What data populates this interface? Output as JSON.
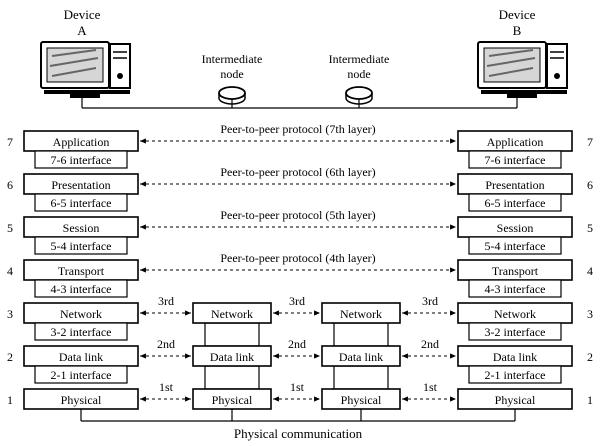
{
  "devices": [
    {
      "line1": "Device",
      "line2": "A"
    },
    {
      "line1": "Device",
      "line2": "B"
    }
  ],
  "intermediate_nodes": [
    {
      "line1": "Intermediate",
      "line2": "node"
    },
    {
      "line1": "Intermediate",
      "line2": "node"
    }
  ],
  "layers": [
    {
      "number": "7",
      "name": "Application",
      "interface": "7-6 interface",
      "protocol": "Peer-to-peer protocol (7th layer)"
    },
    {
      "number": "6",
      "name": "Presentation",
      "interface": "6-5 interface",
      "protocol": "Peer-to-peer protocol (6th layer)"
    },
    {
      "number": "5",
      "name": "Session",
      "interface": "5-4 interface",
      "protocol": "Peer-to-peer protocol (5th layer)"
    },
    {
      "number": "4",
      "name": "Transport",
      "interface": "4-3 interface",
      "protocol": "Peer-to-peer protocol (4th layer)"
    },
    {
      "number": "3",
      "name": "Network",
      "interface": "3-2 interface",
      "hop": "3rd"
    },
    {
      "number": "2",
      "name": "Data link",
      "interface": "2-1 interface",
      "hop": "2nd"
    },
    {
      "number": "1",
      "name": "Physical",
      "hop": "1st"
    }
  ],
  "physical_communication": "Physical communication"
}
